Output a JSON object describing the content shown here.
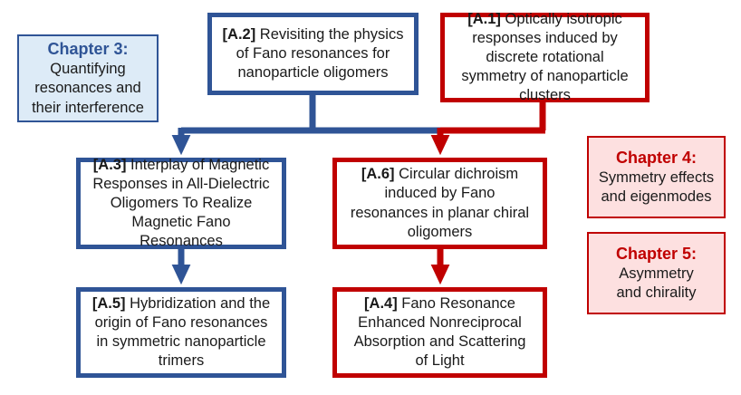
{
  "colors": {
    "blue": "#2f5496",
    "red": "#c00000",
    "blue_fill": "#ddebf7",
    "red_fill": "#fde0e0"
  },
  "boxes": {
    "a2": {
      "id": "[A.2]",
      "text": "Revisiting the physics of Fano resonances for nanoparticle oligomers"
    },
    "a1": {
      "id": "[A.1]",
      "text": "Optically isotropic responses induced by discrete rotational symmetry of nanoparticle clusters"
    },
    "a3": {
      "id": "[A.3]",
      "text": "Interplay of Magnetic Responses in All-Dielectric Oligomers To Realize Magnetic Fano Resonances"
    },
    "a6": {
      "id": "[A.6]",
      "text": "Circular dichroism induced by Fano resonances in planar chiral oligomers"
    },
    "a5": {
      "id": "[A.5]",
      "text": "Hybridization and the origin of Fano resonances in symmetric nanoparticle trimers"
    },
    "a4": {
      "id": "[A.4]",
      "text": "Fano Resonance Enhanced Nonreciprocal Absorption and Scattering of Light"
    }
  },
  "chapters": {
    "ch3": {
      "title": "Chapter 3:",
      "text": "Quantifying resonances and their interference"
    },
    "ch4": {
      "title": "Chapter 4:",
      "text": "Symmetry effects and eigenmodes"
    },
    "ch5": {
      "title": "Chapter 5:",
      "text": "Asymmetry and chirality"
    }
  }
}
